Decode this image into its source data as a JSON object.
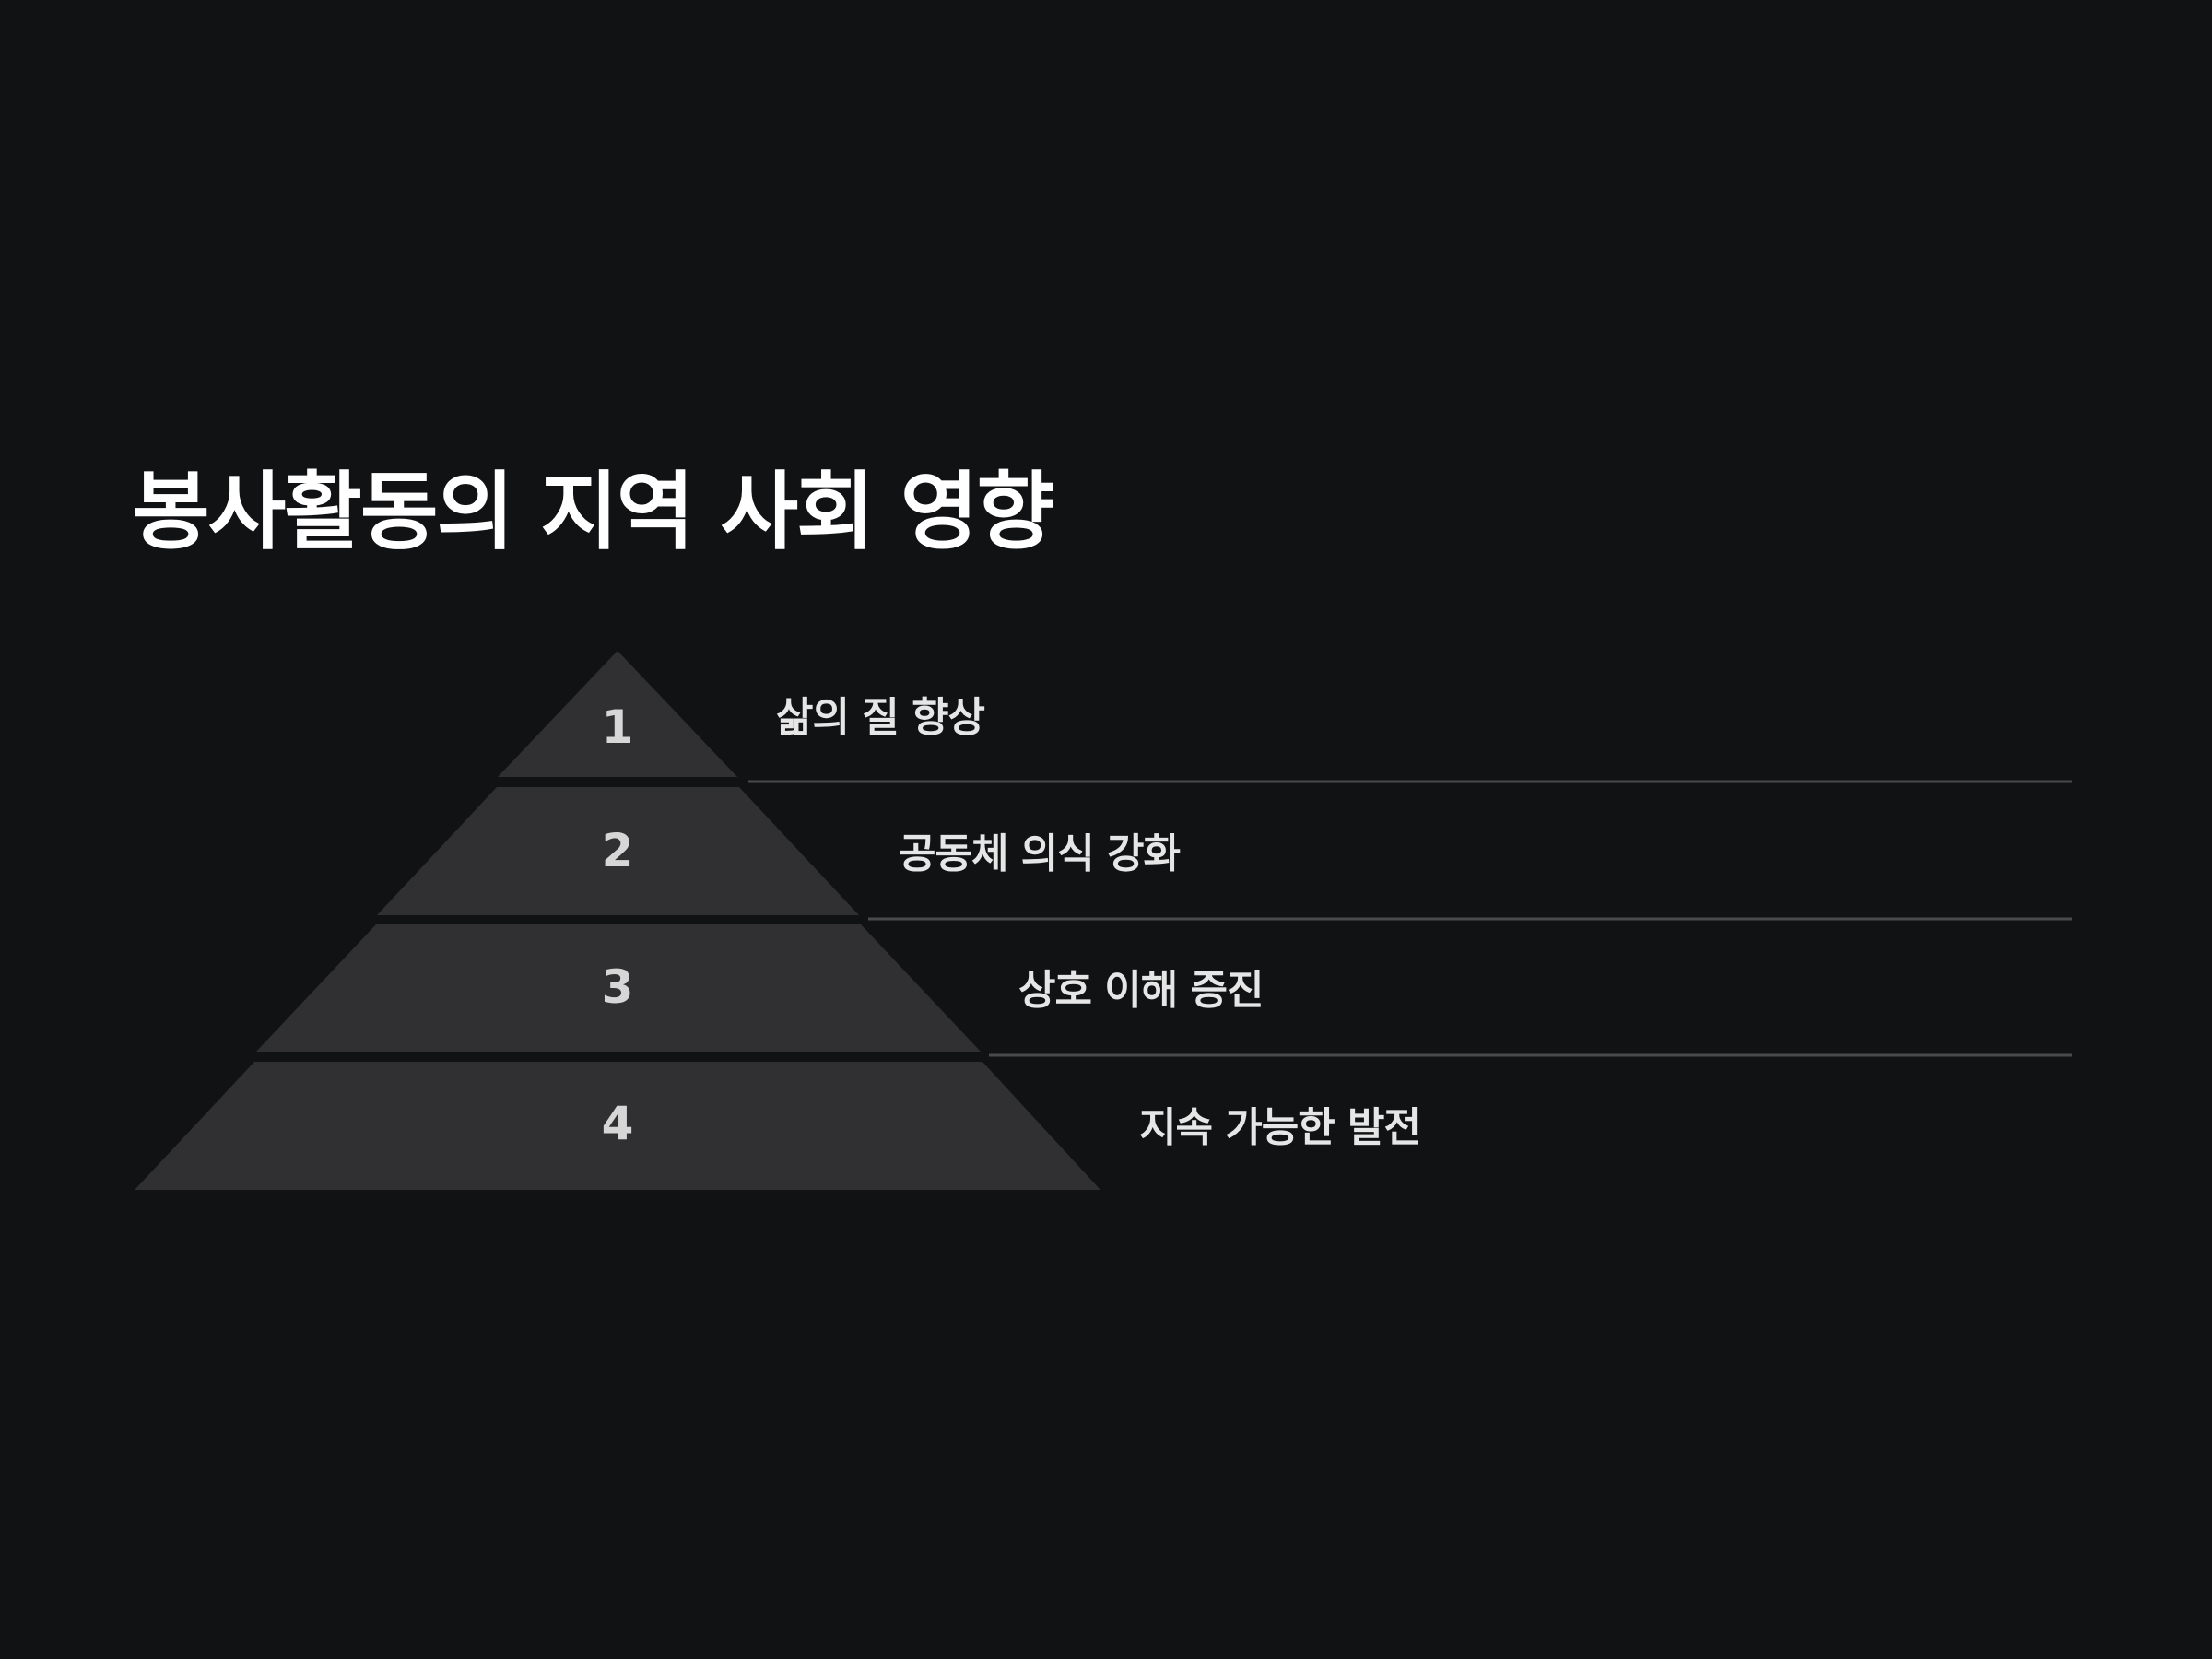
{
  "title": "봉사활동의 지역 사회 영향",
  "colors": {
    "background": "#111214",
    "tier_fill": "#303033",
    "divider": "#4a4a4d",
    "title_text": "#ffffff",
    "label_text": "#e6e6e6",
    "number_text": "#d6d6d6"
  },
  "levels": [
    {
      "number": "1",
      "label": "삶의 질 향상"
    },
    {
      "number": "2",
      "label": "공동체 의식 강화"
    },
    {
      "number": "3",
      "label": "상호 이해 증진"
    },
    {
      "number": "4",
      "label": "지속 가능한 발전"
    }
  ]
}
